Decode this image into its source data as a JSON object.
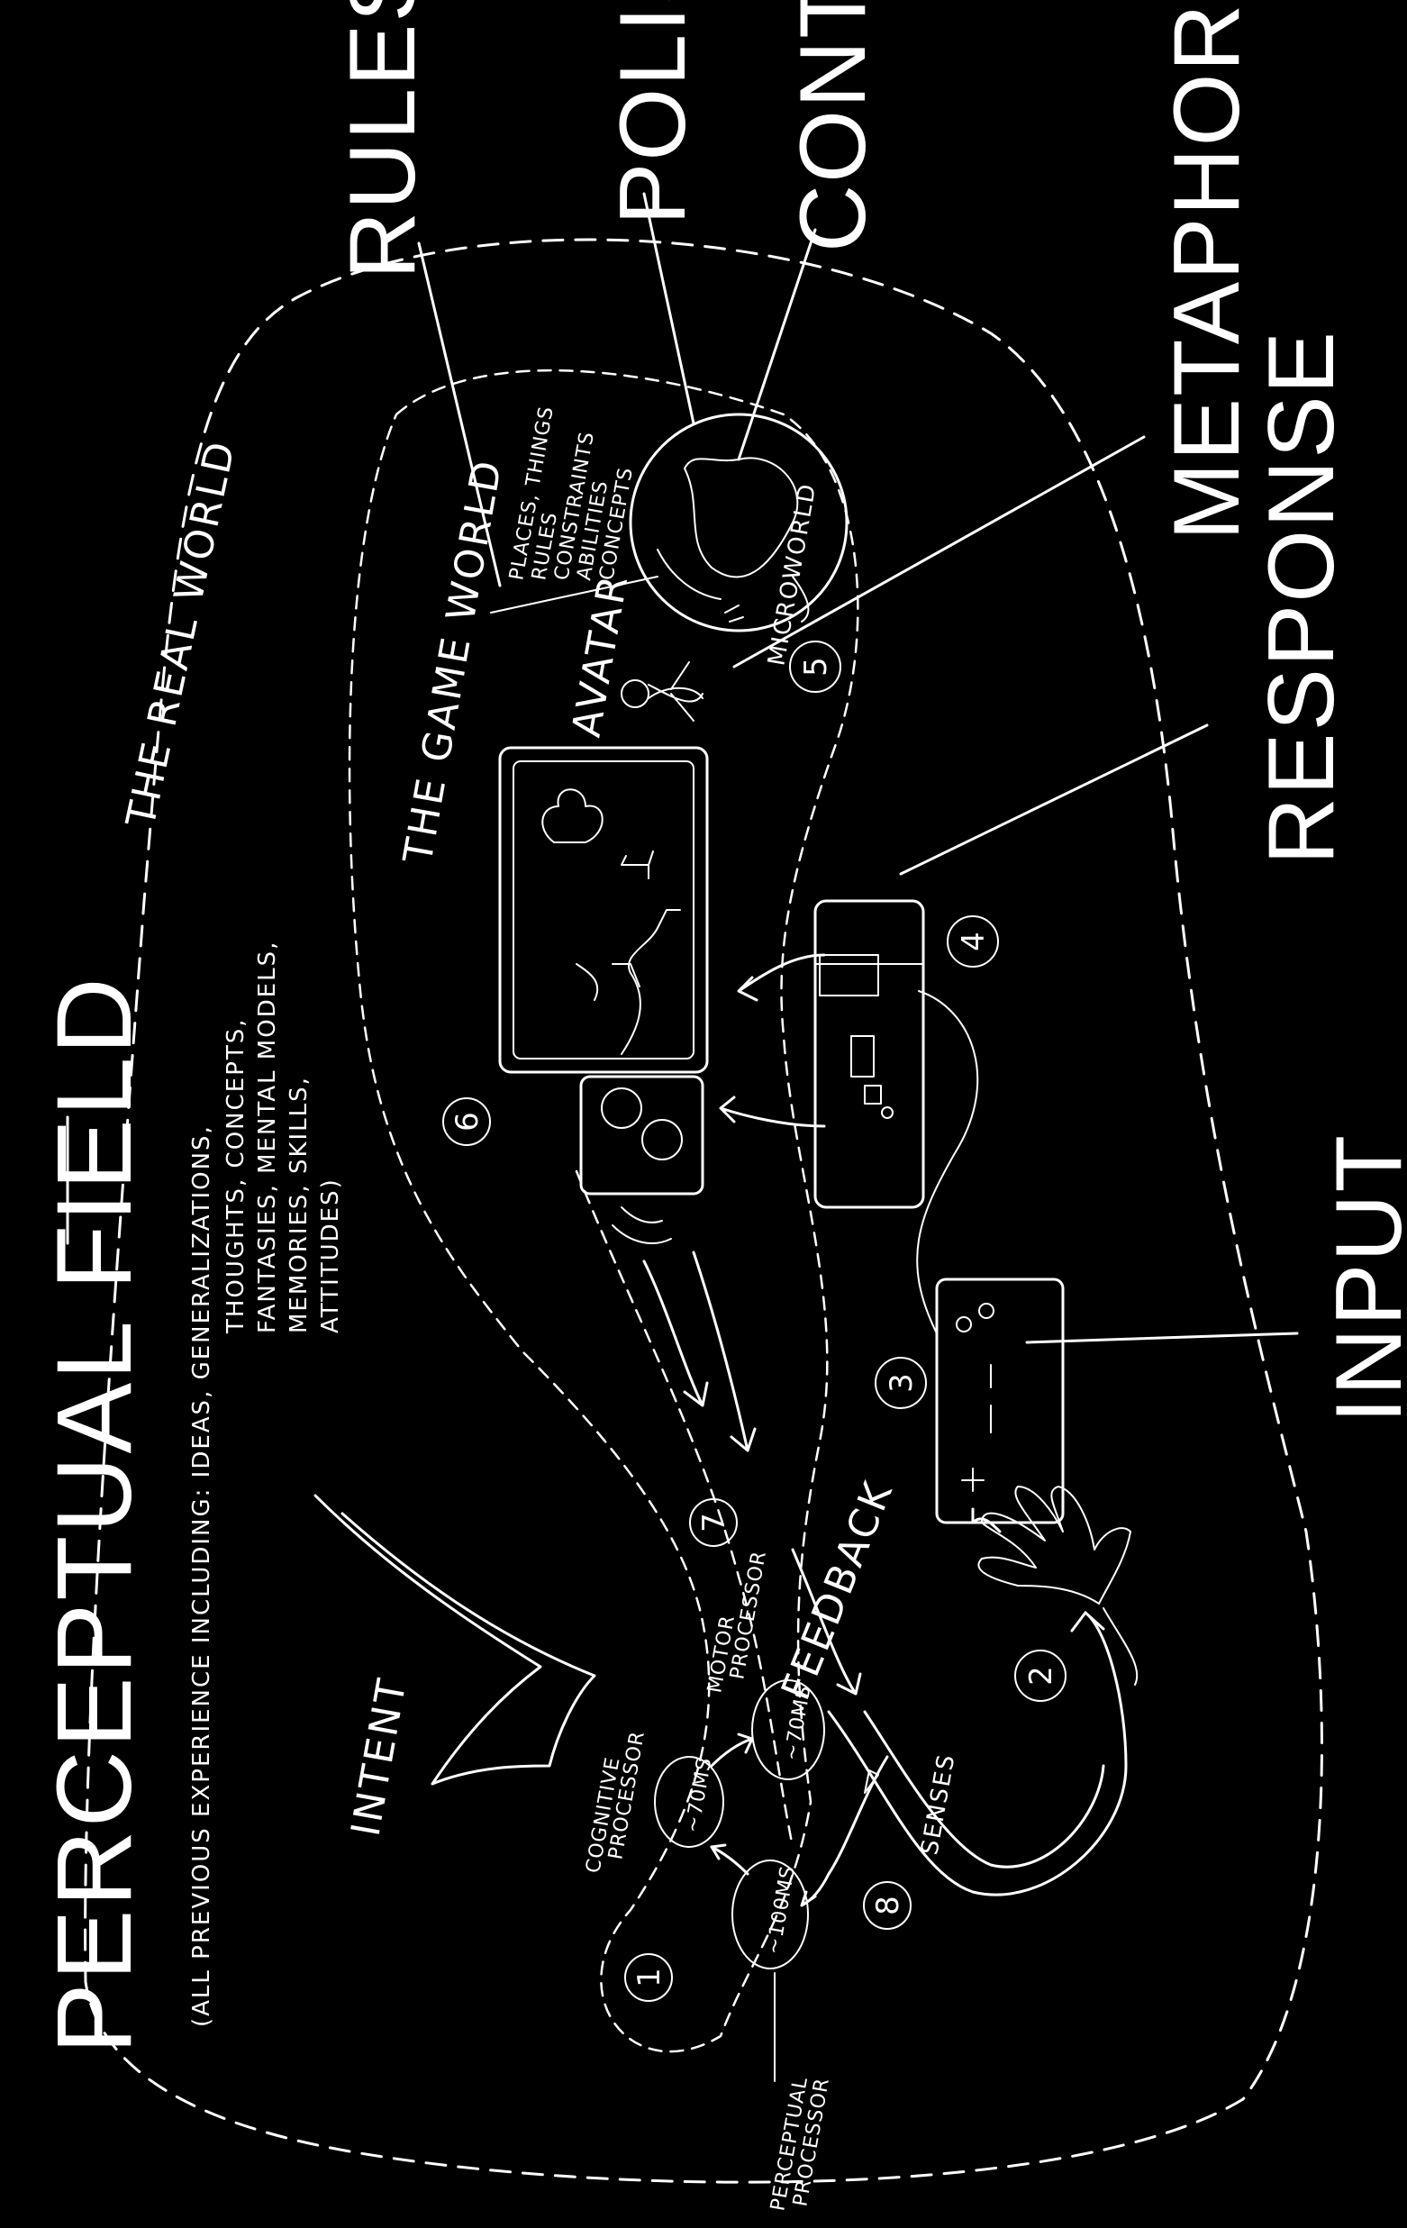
{
  "title": "PERCEPTUAL FIELD",
  "perceptual_note_lines": [
    "(ALL PREVIOUS EXPERIENCE INCLUDING: IDEAS, GENERALIZATIONS,",
    "THOUGHTS, CONCEPTS,",
    "FANTASIES, MENTAL MODELS,",
    "MEMORIES, SKILLS,",
    "ATTITUDES)"
  ],
  "labels": {
    "real_world": "THE REAL WORLD",
    "game_world": "THE GAME WORLD",
    "rules": "RULES",
    "polish": "POLISH",
    "context": "CONTEXT",
    "metaphor": "METAPHOR",
    "response": "RESPONSE",
    "input": "INPUT",
    "intent": "INTENT",
    "feedback": "FEEDBACK",
    "senses": "SENSES",
    "avatar": "AVATAR",
    "microworld": "MICROWORLD"
  },
  "game_world_list": [
    "PLACES, THINGS",
    "RULES",
    "CONSTRAINTS",
    "ABILITIES",
    "CONCEPTS"
  ],
  "processors": {
    "cognitive": {
      "name_lines": [
        "COGNITIVE",
        "PROCESSOR"
      ],
      "time": "~70MS"
    },
    "motor": {
      "name_lines": [
        "MOTOR",
        "PROCESSOR"
      ],
      "time": "~70MS"
    },
    "perceptual": {
      "name_lines": [
        "PERCEPTUAL",
        "PROCESSOR"
      ],
      "time": "~100MS"
    }
  },
  "steps": [
    "1",
    "2",
    "3",
    "4",
    "5",
    "6",
    "7",
    "8"
  ]
}
